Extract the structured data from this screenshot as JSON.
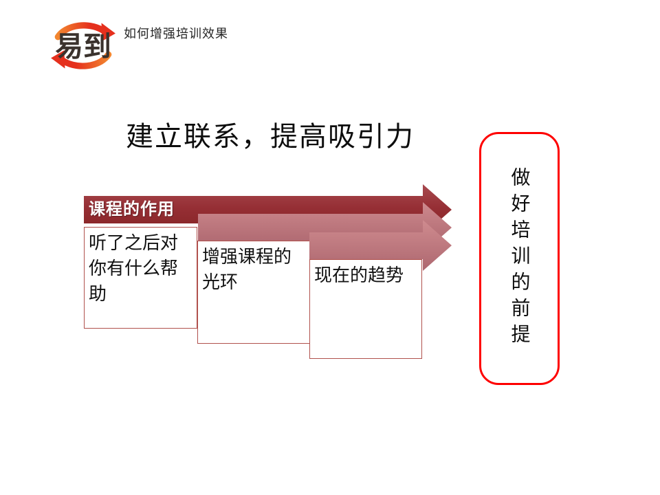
{
  "header": {
    "logo_text": "易到",
    "logo_icon": "circular-arrows-icon",
    "title": "如何增强培训效果"
  },
  "slide": {
    "title": "建立联系，提高吸引力"
  },
  "diagram": {
    "arrow_label": "课程的作用",
    "boxes": [
      {
        "text": "听了之后对你有什么帮助"
      },
      {
        "text": "增强课程的光环"
      },
      {
        "text": "现在的趋势"
      }
    ]
  },
  "side_note": {
    "text": "做好培训的前提"
  },
  "colors": {
    "arrow1_top": "#a84a4f",
    "arrow1_mid": "#962f35",
    "arrow1_bottom": "#842323",
    "arrow2_top": "#cd898d",
    "arrow2_bottom": "#a9626b",
    "arrow3_top": "#cf8b8f",
    "arrow3_bottom": "#ad676f",
    "box_border": "#b0504c",
    "side_border": "#fe0000",
    "logo_red": "#e5301d",
    "logo_orange": "#f2862f",
    "logo_text_color": "#3a322d"
  }
}
